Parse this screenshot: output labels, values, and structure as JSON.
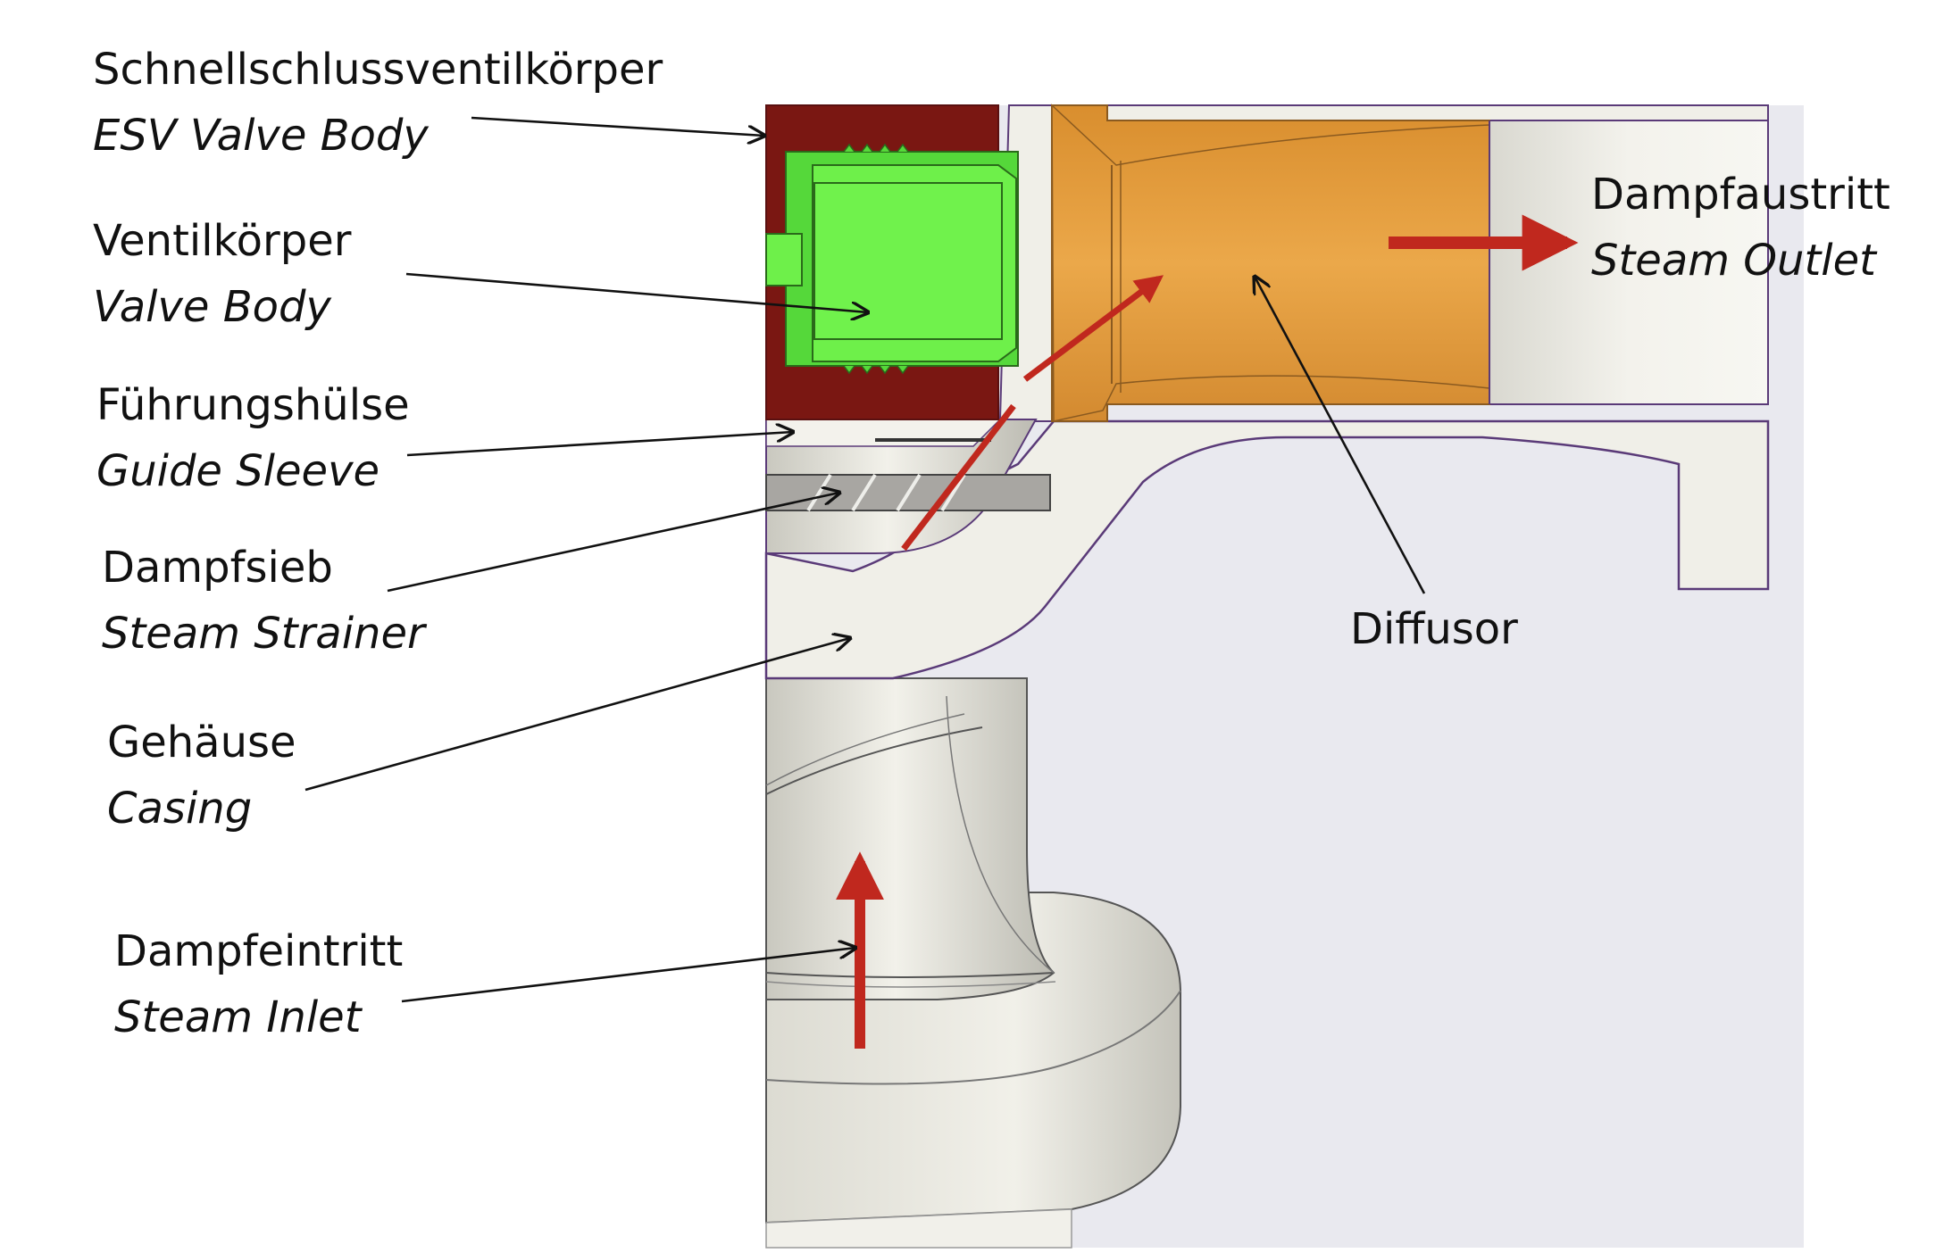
{
  "labels": {
    "esv_valve_body": {
      "de": "Schnellschlussventilkörper",
      "en": "ESV Valve Body"
    },
    "valve_body": {
      "de": "Ventilkörper",
      "en": "Valve Body"
    },
    "guide_sleeve": {
      "de": "Führungshülse",
      "en": "Guide Sleeve"
    },
    "steam_strainer": {
      "de": "Dampfsieb",
      "en": "Steam Strainer"
    },
    "casing": {
      "de": "Gehäuse",
      "en": "Casing"
    },
    "steam_inlet": {
      "de": "Dampfeintritt",
      "en": "Steam Inlet"
    },
    "steam_outlet": {
      "de": "Dampfaustritt",
      "en": "Steam Outlet"
    },
    "diffusor": {
      "de": "Diffusor"
    }
  },
  "colors": {
    "background_panel": "#e9e9ef",
    "casing": "#f0efe8",
    "casing_shade": "#d6d5cc",
    "esv_body": "#7a1712",
    "valve_body": "#6ef04a",
    "diffusor": "#e8a040",
    "strainer": "#a8a6a2",
    "flow_arrow": "#c0281e",
    "outline": "#5a3a78"
  }
}
